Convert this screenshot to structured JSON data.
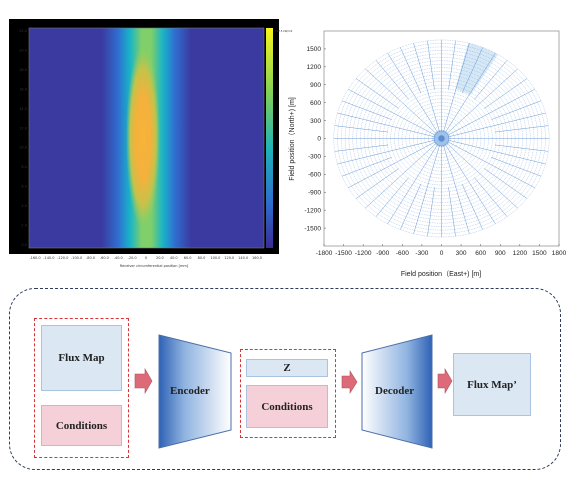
{
  "heatmap": {
    "colorbar_top_label": "297.5 kW/m2",
    "colorbar_mid_label": "",
    "colorbar_bottom_label": "",
    "xlabel": "Receiver circumferential position [mm]",
    "y_ticks": [
      "22.0",
      "20.0",
      "18.0",
      "16.0",
      "14.0",
      "12.0",
      "10.0",
      "8.0",
      "6.0",
      "4.0",
      "2.0",
      "0.0"
    ],
    "x_ticks": [
      "-160.0",
      "-140.0",
      "-120.0",
      "-100.0",
      "-80.0",
      "-60.0",
      "-40.0",
      "-20.0",
      "0",
      "20.0",
      "40.0",
      "60.0",
      "80.0",
      "100.0",
      "120.0",
      "140.0",
      "160.0"
    ]
  },
  "field_plot": {
    "xlabel": "Field position（East+) [m]",
    "ylabel": "Field position（North+) [m]",
    "x_ticks": [
      "-1800",
      "-1500",
      "-1200",
      "-900",
      "-600",
      "-300",
      "0",
      "300",
      "600",
      "900",
      "1200",
      "1500",
      "1800"
    ],
    "y_ticks": [
      "1500",
      "1200",
      "900",
      "600",
      "300",
      "0",
      "-300",
      "-600",
      "-900",
      "-1200",
      "-1500"
    ],
    "xlim": [
      -1800,
      1800
    ],
    "ylim": [
      -1800,
      1800
    ]
  },
  "diagram": {
    "flux_map": "Flux Map",
    "conditions_left": "Conditions",
    "encoder": "Encoder",
    "z": "Z",
    "conditions_mid": "Conditions",
    "decoder": "Decoder",
    "flux_map_out": "Flux Map’"
  },
  "colors": {
    "arrow": "#dd6a78",
    "dash_red": "#d9343a",
    "frame": "#2e3b5e",
    "grid_blue": "#5b8ed0"
  }
}
